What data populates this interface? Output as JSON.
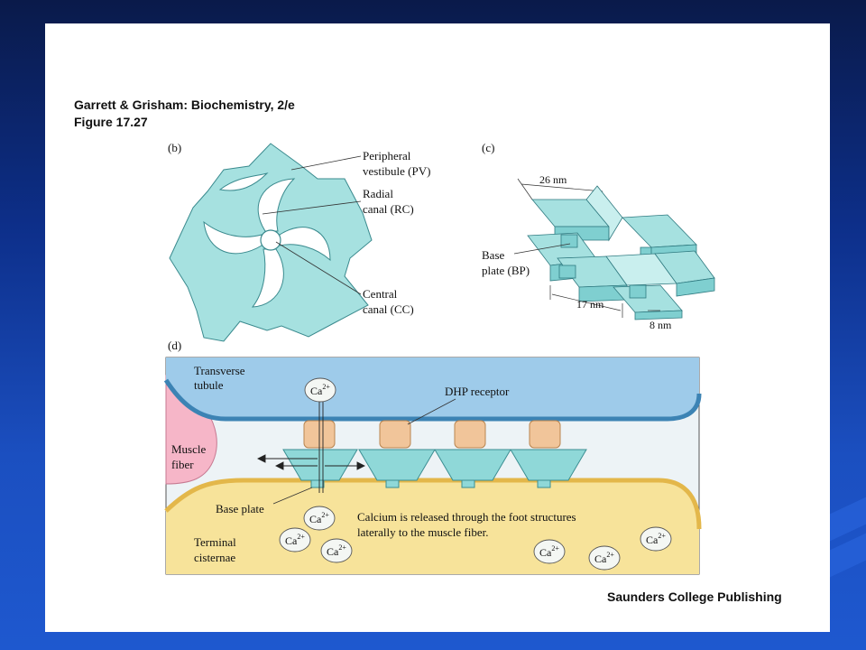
{
  "header": {
    "book_title": "Garrett & Grisham: Biochemistry, 2/e",
    "figure_number": "Figure 17.27"
  },
  "panel_b": {
    "panel_label": "(b)",
    "peripheral_label_1": "Peripheral",
    "peripheral_label_2": "vestibule (PV)",
    "radial_label_1": "Radial",
    "radial_label_2": "canal (RC)",
    "central_label_1": "Central",
    "central_label_2": "canal (CC)"
  },
  "panel_c": {
    "panel_label": "(c)",
    "dim_26": "26 nm",
    "base_label_1": "Base",
    "base_label_2": "plate (BP)",
    "dim_17": "17 nm",
    "dim_8": "8 nm"
  },
  "panel_d": {
    "panel_label": "(d)",
    "transverse_label_1": "Transverse",
    "transverse_label_2": "tubule",
    "muscle_label_1": "Muscle",
    "muscle_label_2": "fiber",
    "dhp_label": "DHP receptor",
    "base_plate_label": "Base plate",
    "calcium_note_1": "Calcium is released through the foot structures",
    "calcium_note_2": "laterally to the muscle fiber.",
    "terminal_label_1": "Terminal",
    "terminal_label_2": "cisternae",
    "ion": "Ca",
    "ion_charge": "2+"
  },
  "footer": {
    "publisher": "Saunders College Publishing"
  },
  "colors": {
    "canal_fill": "#a6e1e0",
    "tubule_fill": "#9ecbea",
    "cisternae_fill": "#f7e39a",
    "muscle_fill": "#f6b6c8",
    "receptor_fill": "#f1c59a"
  }
}
